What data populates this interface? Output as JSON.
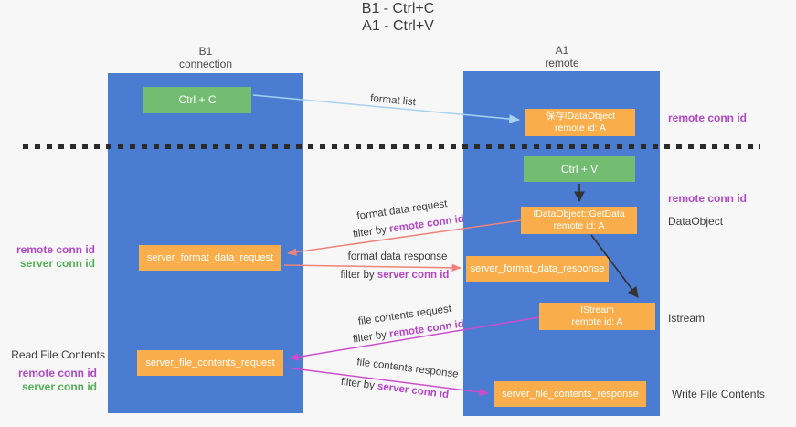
{
  "title": {
    "line1": "B1 - Ctrl+C",
    "line2": "A1 - Ctrl+V"
  },
  "lanes": {
    "left": {
      "title": "B1",
      "subtitle": "connection"
    },
    "right": {
      "title": "A1",
      "subtitle": "remote"
    }
  },
  "nodes": {
    "ctrl_c": {
      "label": "Ctrl + C"
    },
    "ctrl_v": {
      "label": "Ctrl + V"
    },
    "save_idataobject": {
      "line1": "保存IDataObject",
      "line2": "remote id: A"
    },
    "getdata": {
      "line1": "IDataObject::GetData",
      "line2": "remote id: A"
    },
    "istream": {
      "line1": "IStream",
      "line2": "remote id: A"
    },
    "format_request": {
      "label": "server_format_data_request"
    },
    "format_response": {
      "label": "server_format_data_response"
    },
    "file_request": {
      "label": "server_file_contents_request"
    },
    "file_response": {
      "label": "server_file_contents_response"
    }
  },
  "edges": {
    "format_list": {
      "label": "format list"
    },
    "format_data_request": {
      "label": "format data request",
      "filter_prefix": "filter by ",
      "filter_key": "remote conn id"
    },
    "format_data_response": {
      "label": "format data response",
      "filter_prefix": "filter by ",
      "filter_key": "server conn id"
    },
    "file_contents_request": {
      "label": "file contents request",
      "filter_prefix": "filter by ",
      "filter_key": "remote conn id"
    },
    "file_contents_response": {
      "label": "file contents response",
      "filter_prefix": "filter by ",
      "filter_key": "server conn id"
    }
  },
  "annotations": {
    "right_remote_conn_id_top": "remote conn id",
    "right_remote_conn_id_mid": "remote conn id",
    "dataobject": "DataObject",
    "istream": "Istream",
    "write_file_contents": "Write File Contents",
    "read_file_contents": "Read File Contents",
    "left_mid": {
      "remote": "remote conn id",
      "server": "server conn id"
    },
    "left_bottom": {
      "remote": "remote conn id",
      "server": "server conn id"
    }
  },
  "colors": {
    "lane_blue": "#4a7dd2",
    "node_orange": "#f9ae4b",
    "node_green": "#72bd72",
    "arrow_salmon": "#ee837b",
    "arrow_magenta": "#cc4dcc",
    "arrow_lightblue": "#a6d2f0",
    "arrow_black": "#333333",
    "label_purple": "#b048c8",
    "label_green": "#53b156",
    "dash_line": "#2b2b2b",
    "background": "#f7f7f8"
  }
}
